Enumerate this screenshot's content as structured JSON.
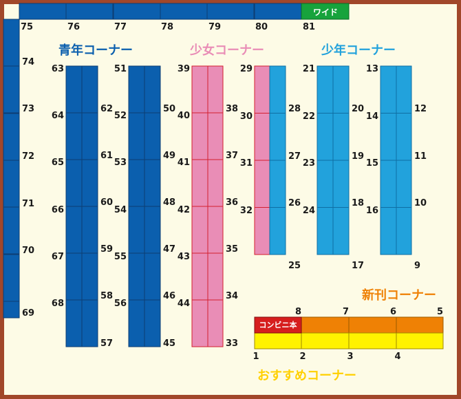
{
  "colors": {
    "frame": "#a1472a",
    "background": "#fdfbe6",
    "seinen": "#0b5fae",
    "shoujo": "#e98db6",
    "shounen": "#22a2dc",
    "wide": "#17a33c",
    "new": "#ef8105",
    "recommend": "#fff200",
    "convenience": "#d61e1e",
    "line_blue": "#0d3d73",
    "line_pink": "#d21f2f"
  },
  "labels": {
    "wide": "ワイド",
    "convenience": "コンビニ本"
  },
  "titles": {
    "seinen": "青年コーナー",
    "shoujo": "少女コーナー",
    "shounen": "少年コーナー",
    "new": "新刊コーナー",
    "recommend": "おすすめコーナー"
  },
  "shelf_numbers": {
    "top": [
      "75",
      "76",
      "77",
      "78",
      "79",
      "80",
      "81"
    ],
    "left": [
      "74",
      "73",
      "72",
      "71",
      "70",
      "69"
    ],
    "seinen_a_left": [
      "63",
      "64",
      "65",
      "66",
      "67",
      "68"
    ],
    "seinen_a_right": [
      "62",
      "61",
      "60",
      "59",
      "58",
      "57"
    ],
    "seinen_b_left": [
      "51",
      "52",
      "53",
      "54",
      "55",
      "56"
    ],
    "seinen_b_right": [
      "50",
      "49",
      "48",
      "47",
      "46",
      "45"
    ],
    "shoujo_left": [
      "39",
      "40",
      "41",
      "42",
      "43",
      "44"
    ],
    "shoujo_right": [
      "38",
      "37",
      "36",
      "35",
      "34",
      "33"
    ],
    "mixed_left": [
      "29",
      "30",
      "31",
      "32"
    ],
    "mixed_right": [
      "28",
      "27",
      "26",
      "25"
    ],
    "shounen_a_left": [
      "21",
      "22",
      "23",
      "24"
    ],
    "shounen_a_right": [
      "20",
      "19",
      "18",
      "17"
    ],
    "shounen_b_left": [
      "13",
      "14",
      "15",
      "16"
    ],
    "shounen_b_right": [
      "12",
      "11",
      "10",
      "9"
    ],
    "new_row": [
      "8",
      "7",
      "6",
      "5"
    ],
    "recommend_row": [
      "1",
      "2",
      "3",
      "4"
    ]
  }
}
